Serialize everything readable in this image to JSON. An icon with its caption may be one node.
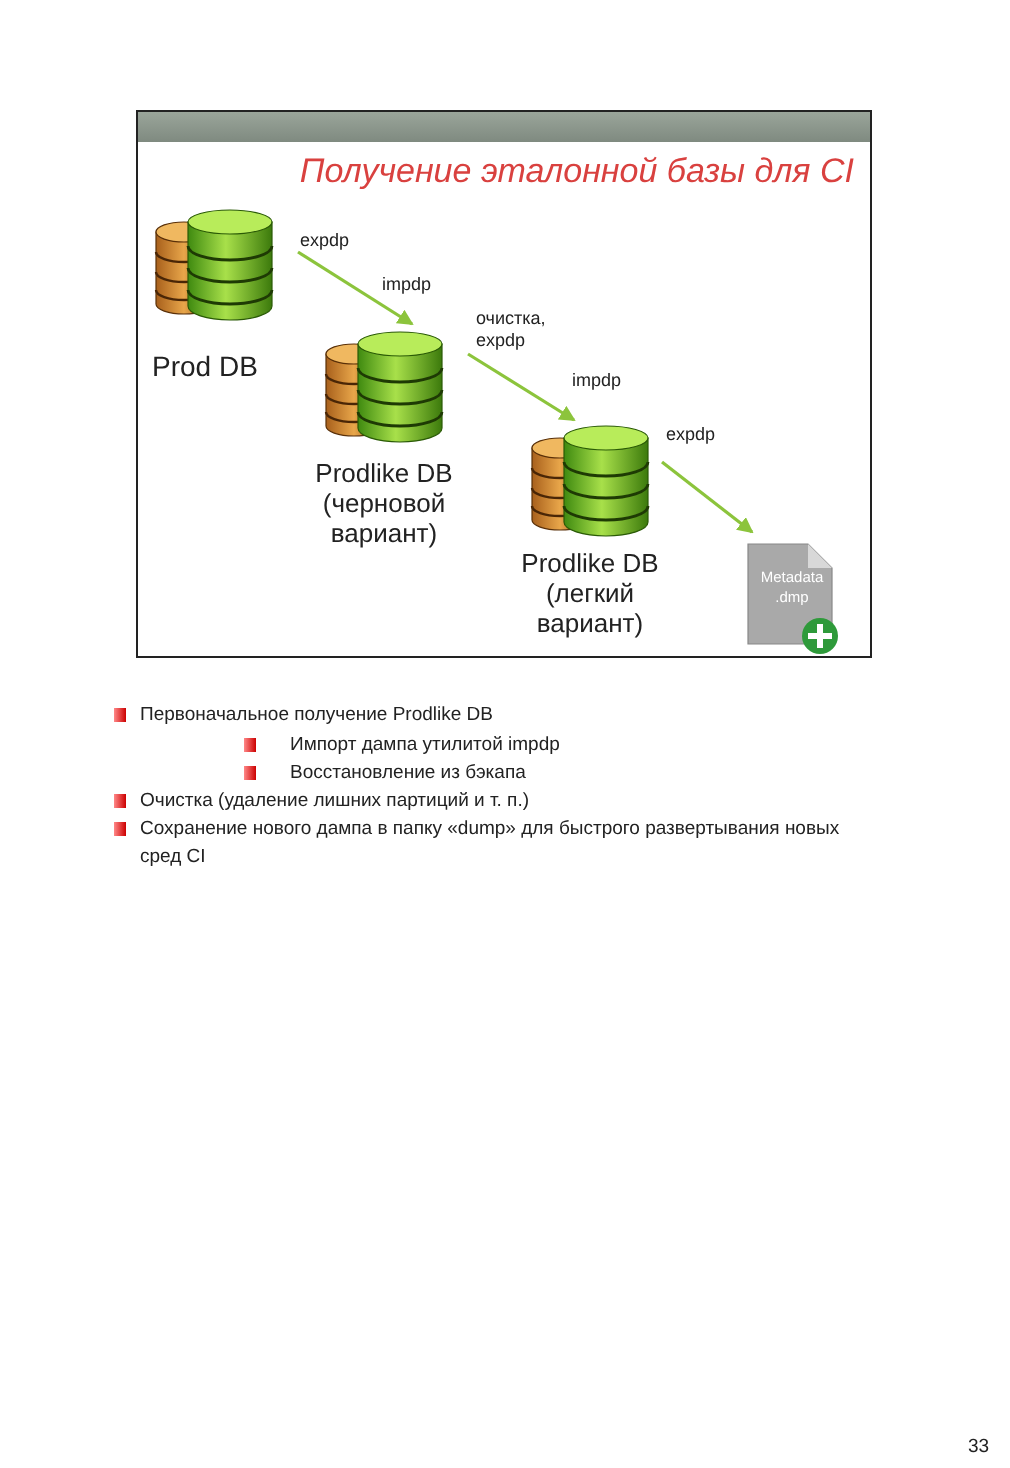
{
  "diagram": {
    "title": "Получение эталонной базы для CI",
    "nodes": [
      {
        "text": [
          "Prod DB"
        ]
      },
      {
        "text": [
          "Prodlike DB (черновой вариант)"
        ]
      },
      {
        "text": [
          "Prodlike DB (легкий вариант)"
        ]
      },
      {
        "text": [
          "Metadata .dmp"
        ]
      }
    ],
    "edges": [
      {
        "from": 0,
        "to": 1,
        "arrow": "to"
      },
      {
        "from": 1,
        "to": 2,
        "arrow": "to"
      },
      {
        "from": 2,
        "to": 3,
        "arrow": "to"
      }
    ],
    "labels": [
      "expdp",
      "impdp",
      "очистка, expdp",
      "impdp",
      "expdp",
      "Первоначальное получение Prodlike DB",
      "Импорт дампа утилитой impdp",
      "Восстановление из бэкапа",
      "Очистка (удаление лишних партиций и т. п.)",
      "Сохранение нового дампа в папку «dump» для быстрого развертывания новых сред CI",
      "33"
    ]
  }
}
